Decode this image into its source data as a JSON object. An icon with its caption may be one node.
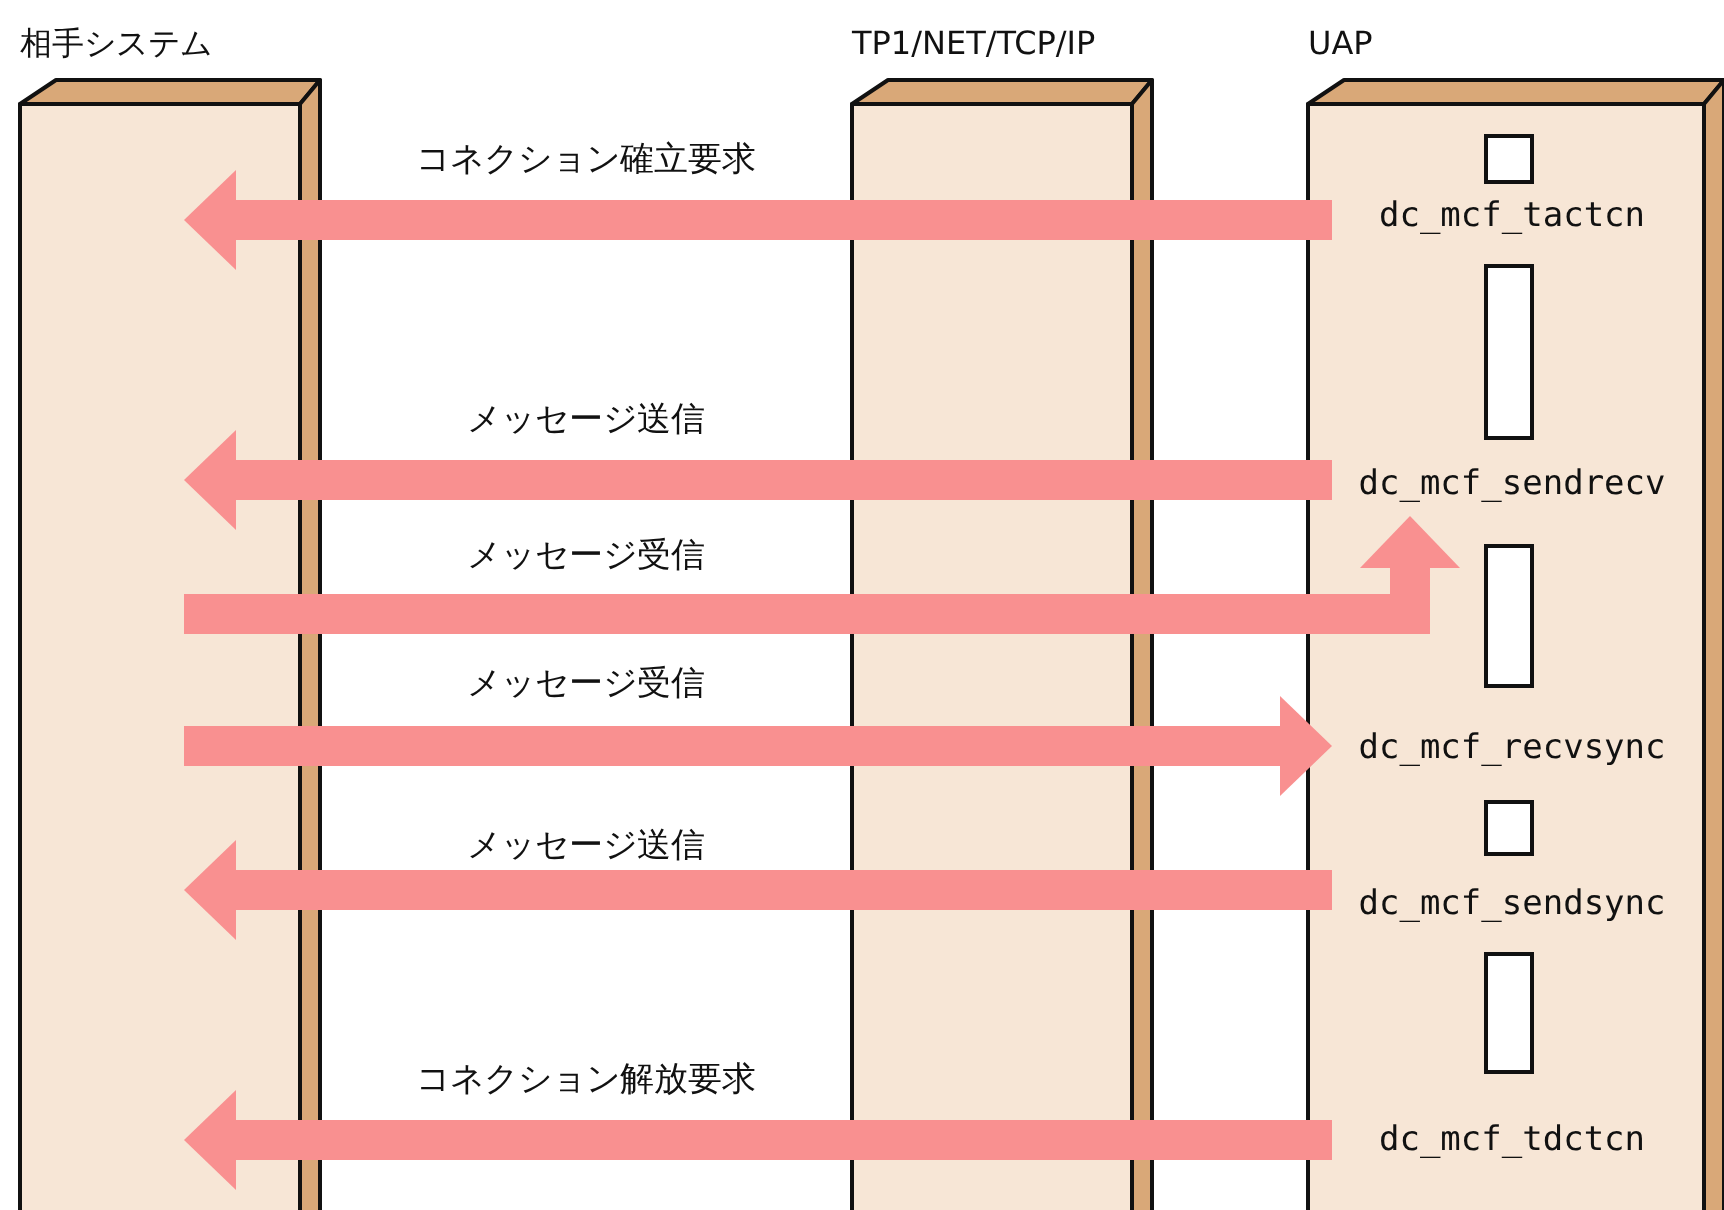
{
  "diagram": {
    "nodes": [
      {
        "text": [
          "相手システム"
        ]
      },
      {
        "text": [
          "UAP"
        ]
      },
      {
        "text": [],
        "shape": "box",
        "in": 1
      },
      {
        "text": [
          "dc_mcf_tactcn"
        ],
        "in": 1
      },
      {
        "text": [],
        "shape": "box",
        "in": 1
      },
      {
        "text": [
          "dc_mcf_sendrecv"
        ],
        "in": 1
      },
      {
        "text": [],
        "shape": "box",
        "in": 1
      },
      {
        "text": [
          "dc_mcf_recvsync"
        ],
        "in": 1
      },
      {
        "text": [],
        "shape": "box",
        "in": 1
      },
      {
        "text": [
          "dc_mcf_sendsync"
        ],
        "in": 1
      },
      {
        "text": [],
        "shape": "box",
        "in": 1
      },
      {
        "text": [
          "dc_mcf_tdctcn"
        ],
        "in": 1
      }
    ],
    "edges": [
      {
        "from": 3,
        "to": 0,
        "arrow": "to",
        "label": "コネクション確立要求"
      },
      {
        "from": 5,
        "to": 0,
        "arrow": "to",
        "label": "メッセージ送信"
      },
      {
        "from": 0,
        "to": 5,
        "arrow": "to",
        "label": "メッセージ受信"
      },
      {
        "from": 0,
        "to": 7,
        "arrow": "to",
        "label": "メッセージ受信"
      },
      {
        "from": 9,
        "to": 0,
        "arrow": "to",
        "label": "メッセージ送信"
      },
      {
        "from": 11,
        "to": 0,
        "arrow": "to",
        "label": "コネクション解放要求"
      }
    ],
    "labels": [
      "TP1/NET/TCP/IP"
    ]
  }
}
